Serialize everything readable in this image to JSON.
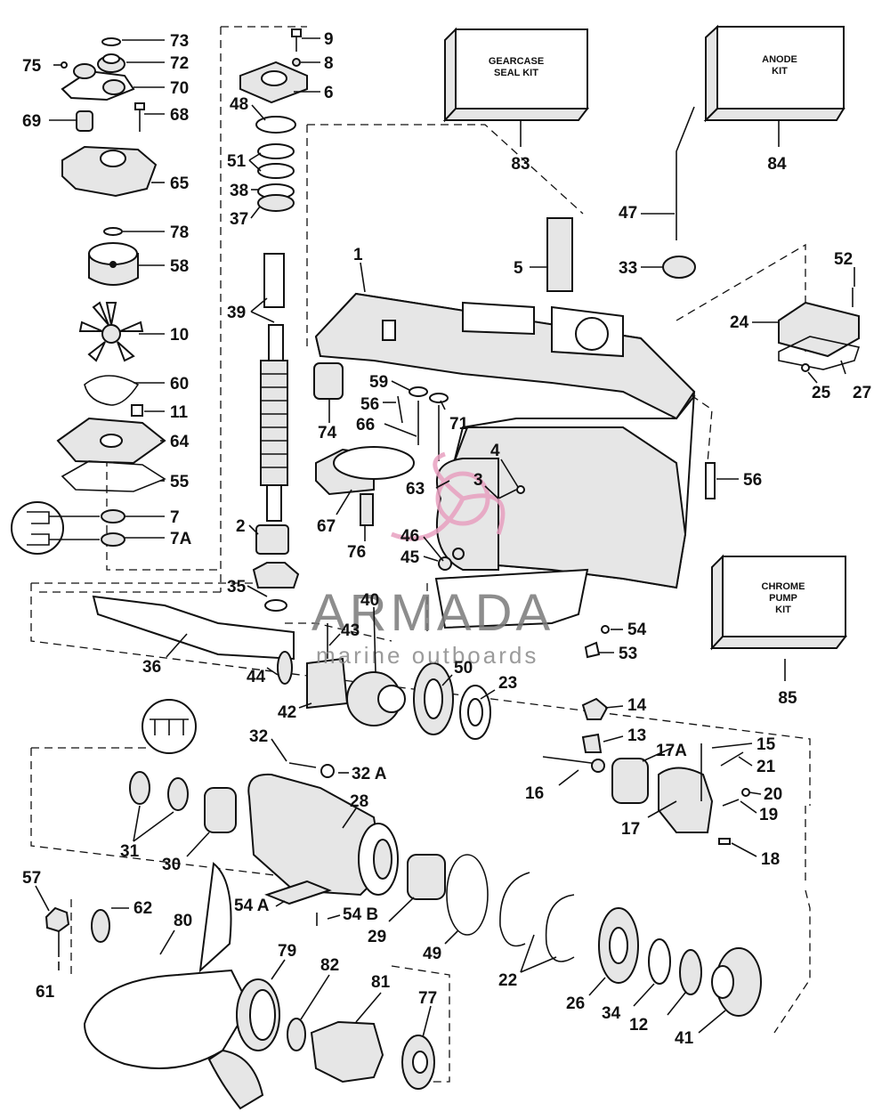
{
  "kits": [
    {
      "id": "gearcase-seal-kit",
      "lines": [
        "GEARCASE",
        "SEAL KIT"
      ],
      "number": "83"
    },
    {
      "id": "anode-kit",
      "lines": [
        "ANODE",
        "KIT"
      ],
      "number": "84"
    },
    {
      "id": "chrome-pump-kit",
      "lines": [
        "CHROME",
        "PUMP",
        "KIT"
      ],
      "number": "85"
    }
  ],
  "watermark": {
    "brand": "ARMADA",
    "tagline": "marine outboards",
    "logo_color": "#e8a0c0"
  },
  "callouts": [
    "73",
    "72",
    "75",
    "70",
    "69",
    "68",
    "65",
    "78",
    "58",
    "10",
    "60",
    "11",
    "64",
    "55",
    "7",
    "7A",
    "9",
    "8",
    "6",
    "48",
    "51",
    "38",
    "37",
    "39",
    "2",
    "35",
    "1",
    "74",
    "59",
    "56",
    "66",
    "71",
    "67",
    "76",
    "63",
    "3",
    "4",
    "46",
    "45",
    "40",
    "43",
    "36",
    "44",
    "42",
    "50",
    "23",
    "83",
    "84",
    "47",
    "33",
    "5",
    "52",
    "24",
    "25",
    "27",
    "56",
    "54",
    "53",
    "85",
    "14",
    "13",
    "15",
    "16",
    "17A",
    "21",
    "20",
    "19",
    "17",
    "18",
    "32",
    "32 A",
    "28",
    "31",
    "30",
    "29",
    "49",
    "22",
    "26",
    "34",
    "12",
    "41",
    "57",
    "62",
    "54 A",
    "54 B",
    "80",
    "79",
    "82",
    "81",
    "77",
    "61"
  ]
}
